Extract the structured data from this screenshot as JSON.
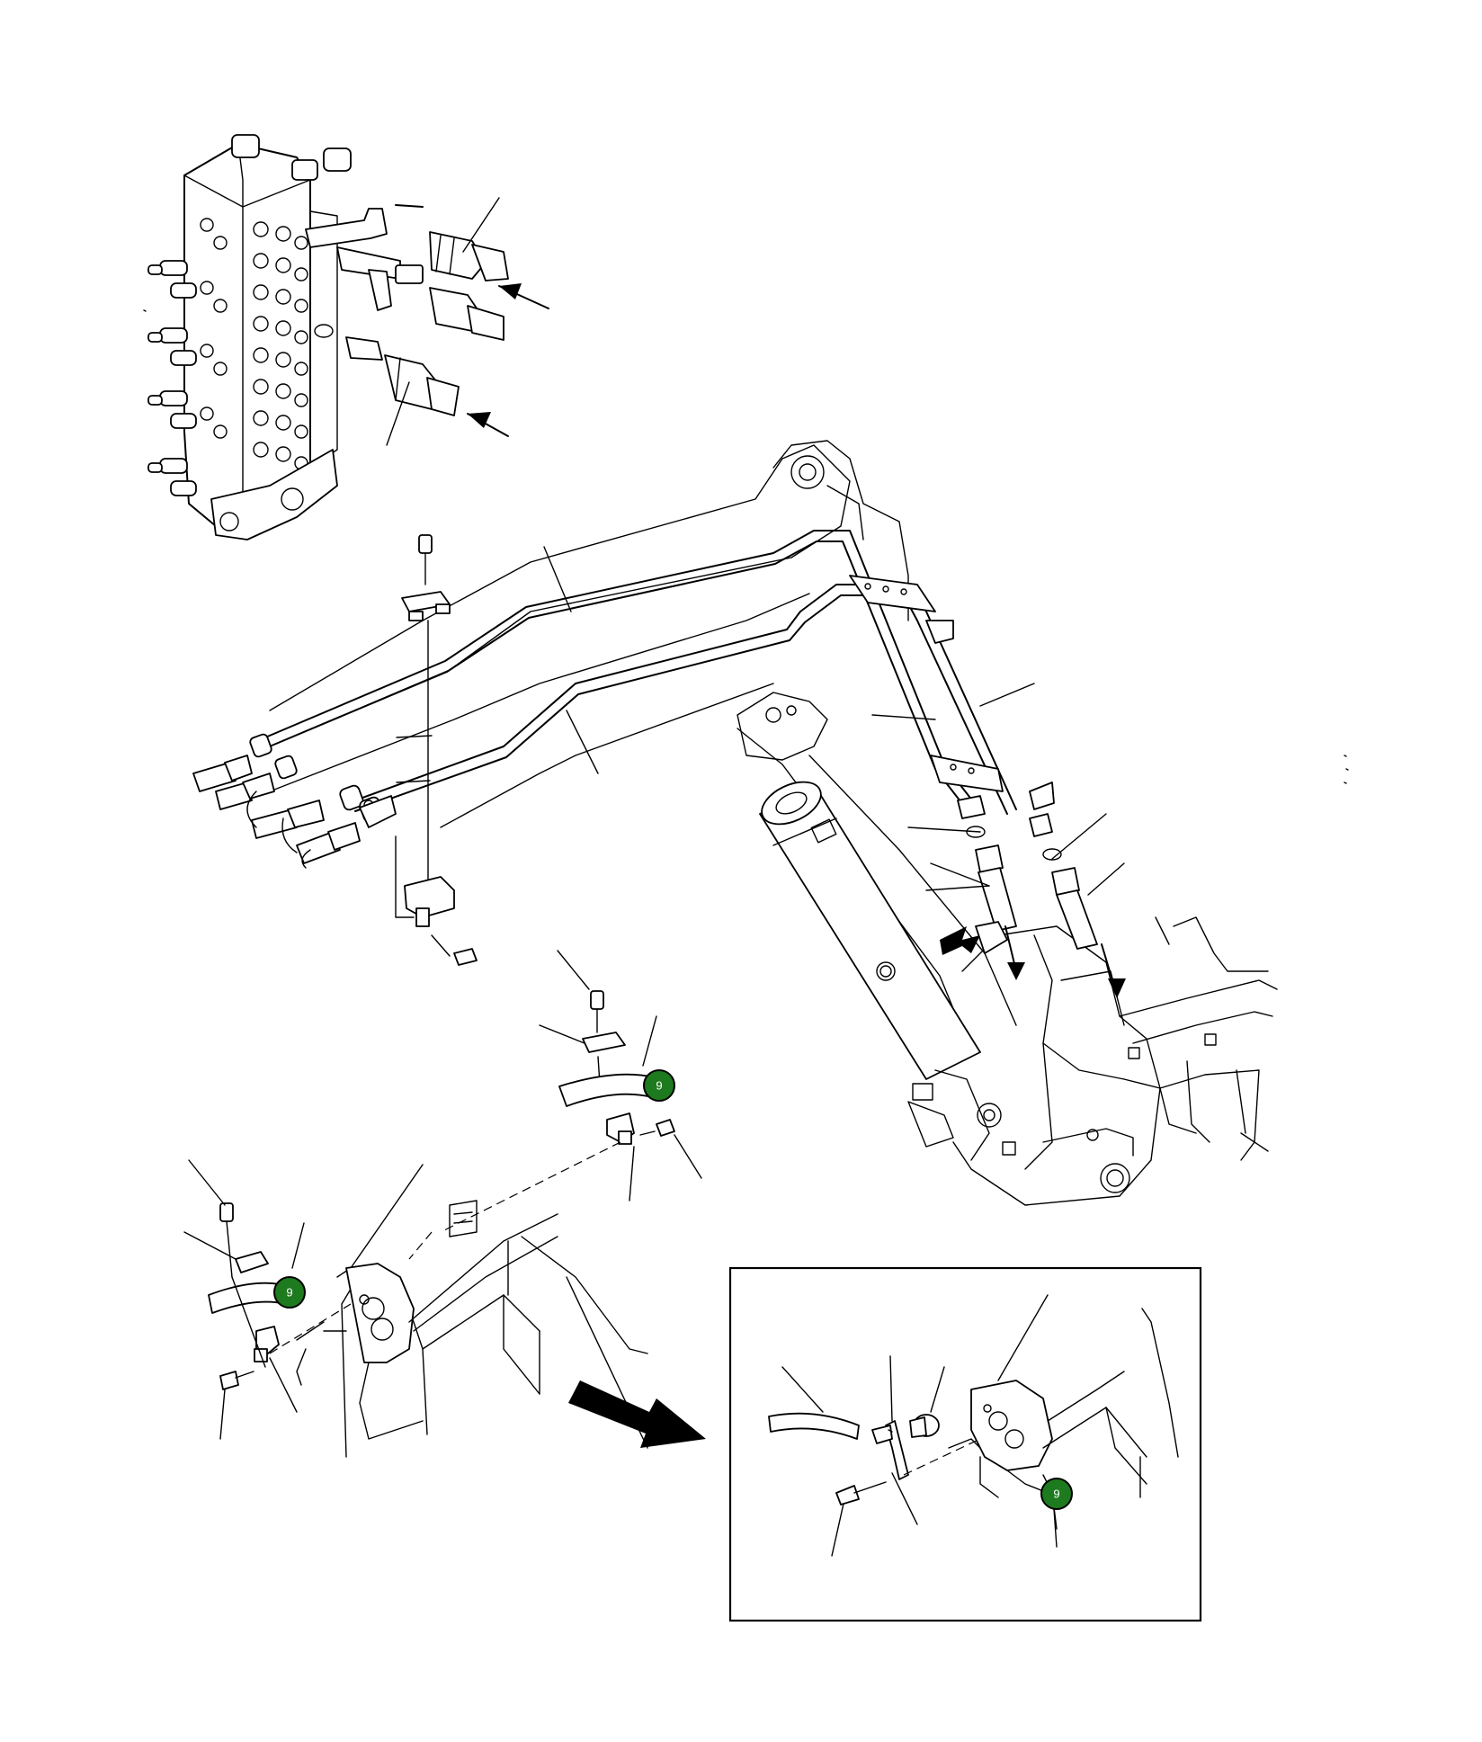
{
  "callouts": [
    {
      "id": "callout-1",
      "label": "9",
      "color": "#1e7a1e"
    },
    {
      "id": "callout-2",
      "label": "9",
      "color": "#1e7a1e"
    },
    {
      "id": "callout-3",
      "label": "9",
      "color": "#1e7a1e"
    }
  ],
  "colors": {
    "line": "#000000",
    "background": "#ffffff",
    "callout_fill": "#1e7a1e",
    "callout_text": "#ffffff"
  }
}
